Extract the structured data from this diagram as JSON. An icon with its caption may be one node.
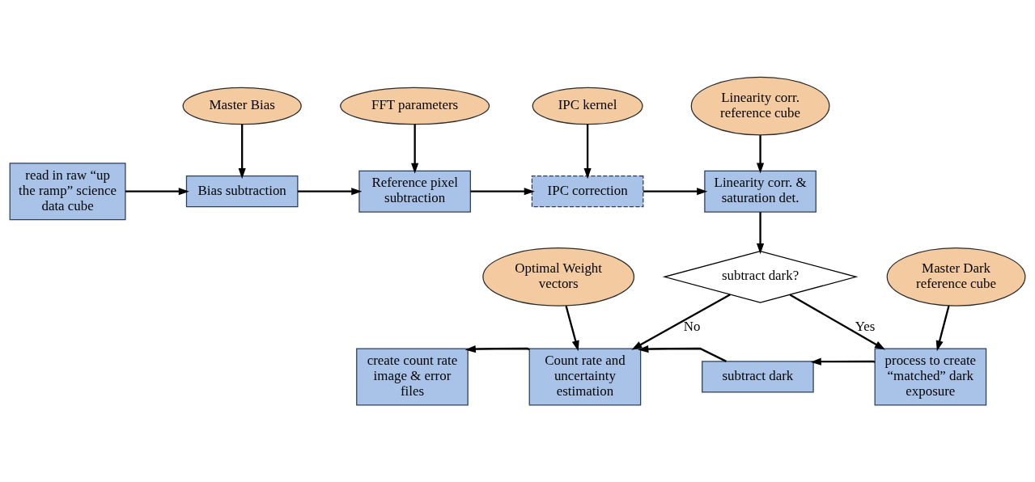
{
  "diagram": {
    "nodes": [
      {
        "text": [
          "Master Bias"
        ]
      },
      {
        "text": [
          "FFT parameters"
        ]
      },
      {
        "text": [
          "IPC kernel"
        ]
      },
      {
        "text": [
          "Linearity corr. reference cube"
        ]
      },
      {
        "text": [
          "read in raw “up the ramp” science data cube"
        ]
      },
      {
        "text": [
          "Bias subtraction"
        ]
      },
      {
        "text": [
          "Reference pixel subtraction"
        ]
      },
      {
        "text": [
          "IPC correction"
        ]
      },
      {
        "text": [
          "Linearity corr. & saturation det."
        ]
      },
      {
        "text": [
          "subtract dark?"
        ]
      },
      {
        "text": [
          "Optimal Weight vectors"
        ]
      },
      {
        "text": [
          "Master Dark reference cube"
        ]
      },
      {
        "text": [
          "create count rate image & error files"
        ]
      },
      {
        "text": [
          "Count rate and uncertainty estimation"
        ]
      },
      {
        "text": [
          "subtract dark"
        ]
      },
      {
        "text": [
          "process to create “matched” dark exposure"
        ]
      }
    ],
    "edges": [
      {
        "from": 0,
        "to": 5,
        "arrow": "to"
      },
      {
        "from": 1,
        "to": 6,
        "arrow": "to"
      },
      {
        "from": 2,
        "to": 7,
        "arrow": "to"
      },
      {
        "from": 3,
        "to": 8,
        "arrow": "to"
      },
      {
        "from": 4,
        "to": 5,
        "arrow": "to"
      },
      {
        "from": 5,
        "to": 6,
        "arrow": "to"
      },
      {
        "from": 6,
        "to": 7,
        "arrow": "to"
      },
      {
        "from": 7,
        "to": 8,
        "arrow": "to"
      },
      {
        "from": 8,
        "to": 9,
        "arrow": "to"
      },
      {
        "from": 9,
        "to": 13,
        "arrow": "to",
        "label": "No"
      },
      {
        "from": 9,
        "to": 15,
        "arrow": "to",
        "label": "Yes"
      },
      {
        "from": 11,
        "to": 15,
        "arrow": "to"
      },
      {
        "from": 15,
        "to": 14,
        "arrow": "to"
      },
      {
        "from": 14,
        "to": 13,
        "arrow": "to"
      },
      {
        "from": 10,
        "to": 13,
        "arrow": "to"
      },
      {
        "from": 13,
        "to": 12,
        "arrow": "to"
      }
    ]
  }
}
